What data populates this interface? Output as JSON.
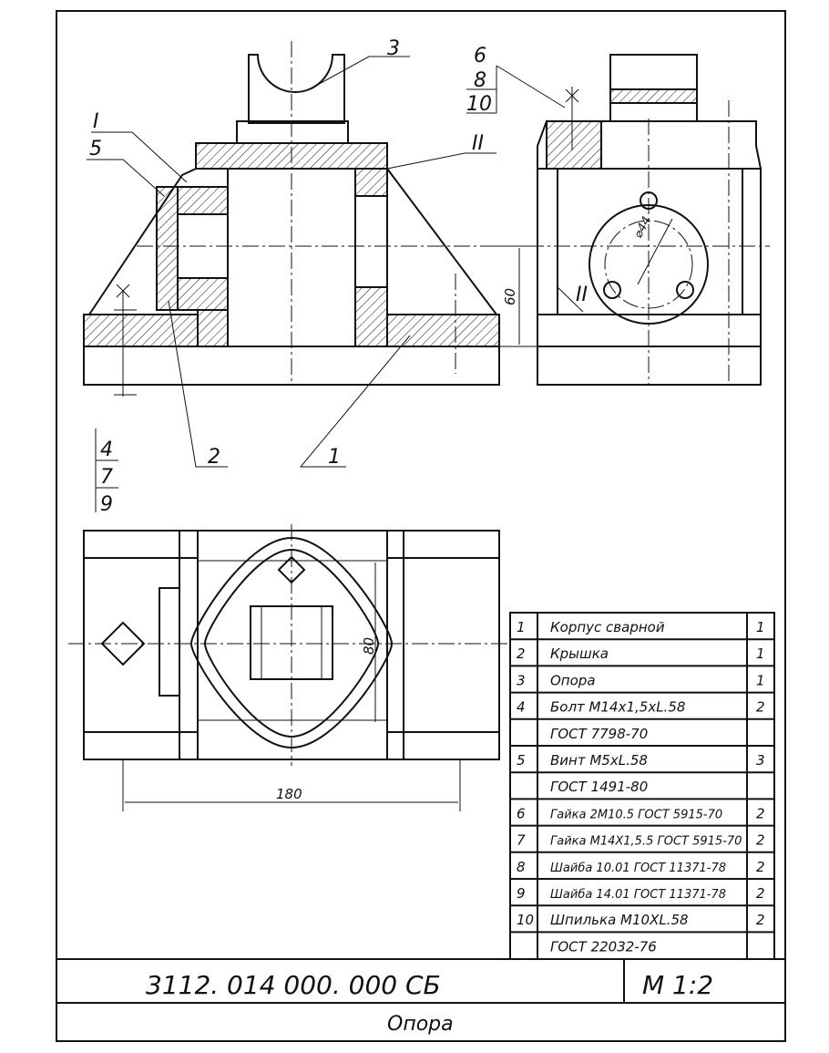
{
  "drawing": {
    "callouts": {
      "c1": "1",
      "c2": "2",
      "c3": "3",
      "c5": "5",
      "cI": "I",
      "cII": "II",
      "cII_side": "II",
      "c6": "6",
      "c8": "8",
      "c10": "10",
      "c4": "4",
      "c7": "7",
      "c9": "9"
    },
    "dimensions": {
      "height_60": "60",
      "width_80": "80",
      "length_180": "180",
      "diameter": "⌀44"
    }
  },
  "parts_list": [
    {
      "pos": "1",
      "name": "Корпус сварной",
      "qty": "1"
    },
    {
      "pos": "2",
      "name": "Крышка",
      "qty": "1"
    },
    {
      "pos": "3",
      "name": "Опора",
      "qty": "1"
    },
    {
      "pos": "4",
      "name": "Болт M14x1,5xL.58",
      "qty": "2"
    },
    {
      "pos": "",
      "name": "ГОСТ 7798-70",
      "qty": ""
    },
    {
      "pos": "5",
      "name": "Винт M5xL.58",
      "qty": "3"
    },
    {
      "pos": "",
      "name": "ГОСТ 1491-80",
      "qty": ""
    },
    {
      "pos": "6",
      "name": "Гайка 2M10.5 ГОСТ 5915-70",
      "qty": "2"
    },
    {
      "pos": "7",
      "name": "Гайка M14X1,5.5 ГОСТ 5915-70",
      "qty": "2"
    },
    {
      "pos": "8",
      "name": "Шайба 10.01 ГОСТ 11371-78",
      "qty": "2"
    },
    {
      "pos": "9",
      "name": "Шайба 14.01 ГОСТ 11371-78",
      "qty": "2"
    },
    {
      "pos": "10",
      "name": "Шпилька M10XL.58",
      "qty": "2"
    },
    {
      "pos": "",
      "name": "ГОСТ 22032-76",
      "qty": ""
    }
  ],
  "title_block": {
    "designation": "3112. 014 000. 000 СБ",
    "scale": "М 1:2",
    "name": "Опора"
  }
}
